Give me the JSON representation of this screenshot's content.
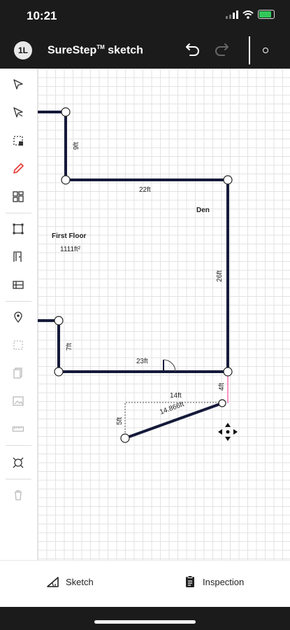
{
  "status": {
    "time": "10:21",
    "battery_level": 0.85,
    "battery_color": "#33c759"
  },
  "appbar": {
    "logo_text": "1L",
    "title": "SureStep",
    "title_tm": "TM",
    "title_suffix": " sketch"
  },
  "toolbar": {
    "tools": [
      "select-arrow-icon",
      "multi-select-icon",
      "marquee-select-icon",
      "pencil-icon",
      "grid-tiles-icon",
      "room-icon",
      "door-icon",
      "window-icon",
      "location-pin-icon",
      "copy-box-icon",
      "duplicate-icon",
      "image-icon",
      "ruler-icon",
      "fit-view-icon",
      "trash-icon"
    ],
    "active_color": "#e53935"
  },
  "sketch": {
    "wall_color": "#151a3a",
    "labels": {
      "wall_top_left": "9ft",
      "wall_top": "22ft",
      "room_name": "Den",
      "floor_name": "First Floor",
      "floor_area": "1111ft²",
      "wall_right": "26ft",
      "wall_left_lower": "7ft",
      "wall_bottom": "23ft",
      "dim_small_right": "4ft",
      "dim_horizontal": "14ft",
      "dim_diagonal": "14.866ft",
      "dim_vertical": "5ft"
    }
  },
  "bottom_nav": {
    "sketch_label": "Sketch",
    "inspection_label": "Inspection"
  }
}
